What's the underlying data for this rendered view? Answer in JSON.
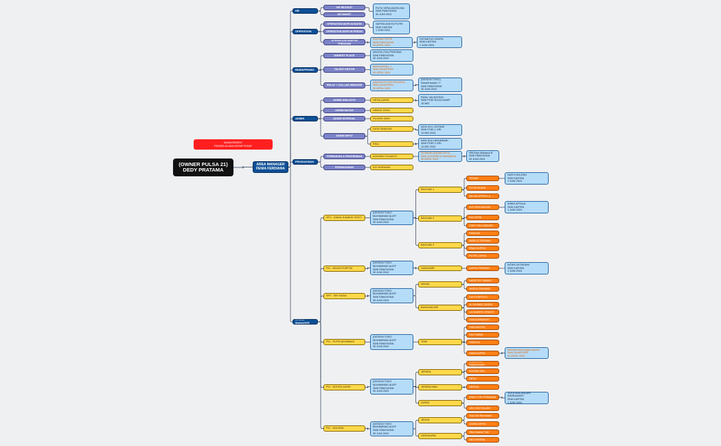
{
  "colors": {
    "root": "#111111",
    "area_manager": "#0d4f96",
    "management": "#ff1f1f",
    "department": "#0d4f96",
    "sub_department": "#7c83c7",
    "info_box": "#b5dcf8",
    "store_yellow": "#ffd84a",
    "staff_orange": "#ff7f14",
    "edge": "#2b3a55"
  },
  "nodes": {
    "root": {
      "label": "(OWNER PULSA 21)\nDEDY PRATAMA"
    },
    "mgmt": {
      "label": "MANAGEMENT\nPENGELOLAAN ANTAR PUSAT"
    },
    "am": {
      "label": "AREA MANAGER\nFENIA FERDIANA"
    },
    "hr": {
      "label": "HR"
    },
    "hr_recruit": {
      "label": "HR RECRUIT"
    },
    "hr_smart": {
      "label": "HR SMART"
    },
    "hr_info": {
      "label": "PUTU VERA ANGELINA\nSMK PAWIYATAN\n30 JUNI 2024"
    },
    "op": {
      "label": "OPERATION"
    },
    "op1": {
      "label": "OPERATION DISPLIN BATIN"
    },
    "op2": {
      "label": "OPERATION DISPLIN PERAN"
    },
    "op_info": {
      "label": "SAFIRA ANDYA PUTRI\nSMK KARTINI\n1 JUNI 2024"
    },
    "op3": {
      "label": "OPERATION DISPLIN THEDIAAN"
    },
    "op3_a": {
      "label": "FAUZIAH PUTRI\nSMK PAWIYATAN\n30 APRIL 2024"
    },
    "op3_b": {
      "label": "FATIMATUS ZAHRA\nSMK KARTINI\n1 JUNI 2024"
    },
    "bis": {
      "label": "BNIS&PROMO"
    },
    "bis1": {
      "label": "MARKET PLACE"
    },
    "bis1_a": {
      "label": "ANGGA (TIA) PRATAMA\nSMK PAWIYATAN\n30 JUNI 2024"
    },
    "bis2": {
      "label": "TALENT EDITOR"
    },
    "bis2_a": {
      "label": "MAYA ANGEL J.\nSMK SILIWTERA\n30 APRIL 2024"
    },
    "bis3": {
      "label": "RELAY + COLLAR HIMDORE"
    },
    "bis3_a": {
      "label": "ANNISA PFUTRI PRIGSHA\nSMK SILIWTERA\n30 APRIL 2024"
    },
    "bis_info": {
      "label": "(DESIGN TOKO)\nRamell Aulian I.T\nSMK PAWIYATAN\n30 JUNI 2024"
    },
    "adm": {
      "label": "ADMIN"
    },
    "adm1": {
      "label": "ADMIN ANALISYS"
    },
    "adm1_a": {
      "label": "NESIA (UBIS)"
    },
    "adm1_b": {
      "label": "RIZAL VALENTINO\nSMK PGRI ROGOJAMPI\n15 MEI"
    },
    "adm2": {
      "label": "ADMIN MUTAS"
    },
    "adm2_a": {
      "label": "NIMING DEWI"
    },
    "adm3": {
      "label": "ADMIN INTERNAL"
    },
    "adm3_a": {
      "label": "PUJASS SARI"
    },
    "adm4": {
      "label": "ADMIN INPUT"
    },
    "adm4_a": {
      "label": "DATA SINAGAN"
    },
    "adm4_a_i": {
      "label": "NOVI AYU LESTARI\nSMK PGRI 1 GRI\n10 MEI 2024"
    },
    "adm4_b": {
      "label": "RIKA"
    },
    "adm4_b_i": {
      "label": "IVAN SUCI ARUMSARI\nSMK PGRI 2 GRI\n10 MEI 2024"
    },
    "prd": {
      "label": "PRODUKSIAN"
    },
    "prd1": {
      "label": "PERBAIKAN & PENGIRIMAN"
    },
    "prd1_a": {
      "label": "AGHARD PUJANTO"
    },
    "prd1_b": {
      "label": "ROHMAN ANDAM RIFKI\nSMK SATUPRIYA SURABAYA\n30 APRIL 2024"
    },
    "prd1_c": {
      "label": "SRIZhan Maulana B\nSMK PAWIYATAN\n30 JUNI 2024"
    },
    "prd2": {
      "label": "PERMASARAN"
    },
    "prd2_a": {
      "label": "RIO RISPANDI"
    },
    "sm": {
      "label": "STORE MANAGER"
    },
    "s1": {
      "label": "SPV : DIANA JUNAEDI VENTI"
    },
    "s1_info": {
      "label": "(DESIGN TOKO\nMUHAMMAD ALIEF\nSMK PAWIYATAN\n30 JUNI 2024"
    },
    "s1_b1": {
      "label": "BAGUAN 1"
    },
    "s1_b1_1": {
      "label": "TEGAR"
    },
    "s1_b1_1i": {
      "label": "NUR KHOLIFAH\nSMK KARTINI\n1 JUNI 2024"
    },
    "s1_b1_2": {
      "label": "PUTRI RURIS"
    },
    "s1_b1_3": {
      "label": "MELAN APRIOL A."
    },
    "s1_b2": {
      "label": "BAGUAN 2"
    },
    "s1_b2_1": {
      "label": "AYU WULANDARI"
    },
    "s1_b2_1i": {
      "label": "WINDI APSILIA\nSMK KARTINI\n1 JUNI 2024"
    },
    "s1_b2_2": {
      "label": "RIA SITRA"
    },
    "s1_b2_3": {
      "label": "CIKITI WULANDARI"
    },
    "s1_b3": {
      "label": "BAGUAN 3"
    },
    "s1_b3_1": {
      "label": "FAMILAH"
    },
    "s1_b3_2": {
      "label": "AMELLE PERNAH"
    },
    "s1_b3_3": {
      "label": "RIMA NURITA"
    },
    "s1_b3_4": {
      "label": "PUTRI CAHYA"
    },
    "s2": {
      "label": "PIC : INDAH PUSPITA"
    },
    "s2_info": {
      "label": "(DESIGN TOKO\nMUHAMMAD ALIEF\nSMK PAWIYATAN\n30 JUNI 2024"
    },
    "s2_a": {
      "label": "GAMGAME"
    },
    "s2_a1": {
      "label": "SAFNA FEBRIAN"
    },
    "s2_a1i": {
      "label": "INTAN OKTAVIANI\nSMK KARTINI\n1 JUNI 2024"
    },
    "s3": {
      "label": "SPV : SRI SUDIA"
    },
    "s3_info": {
      "label": "(DESIGN TOKO\nMUHAMMAD ALIEF\nSMK PAWIYATAN\n30 JUNI 2024"
    },
    "s3_a": {
      "label": "MAHAL"
    },
    "s3_a1": {
      "label": "NADILTUL HAMAH"
    },
    "s3_a2": {
      "label": "AMELIA RAHMAD"
    },
    "s3_b": {
      "label": "BANGUNDARI"
    },
    "s3_b1": {
      "label": "DIA PUSPITA S"
    },
    "s3_b2": {
      "label": "ALI AHMAD ZAHRA"
    },
    "s3_b3": {
      "label": "LIA NAWRA VIRANTI"
    },
    "s3_b4": {
      "label": "LINDA ARIMANTI"
    },
    "s4": {
      "label": "PIC : PUTRI APURBASI"
    },
    "s4_info": {
      "label": "(DESIGN TOKO\nMUHAMMAD ALIEF\nSMK PAWIYATAN\n30 JUNI 2024"
    },
    "s4_a": {
      "label": "TEMI"
    },
    "s4_a1": {
      "label": "VIRA ANITEN"
    },
    "s4_a2": {
      "label": "RIA PURBA"
    },
    "s4_a3": {
      "label": "FARILHA"
    },
    "s4_a4": {
      "label": "NIANA AIPRA"
    },
    "s4_a4i": {
      "label": "Murhammad angga saputra\nSMK SILIWTERA\n30 APRIL 2024"
    },
    "s5": {
      "label": "PIC : NOVITA ZAHRI"
    },
    "s5_info": {
      "label": "(DESIGN TOKO\nMUHAMMAD ALIEF\nSMK PAWIYATAN\n30 JUNI 2024"
    },
    "s5_a": {
      "label": "JEPARA"
    },
    "s5_a1": {
      "label": "INDAH DWI RAMADHANI"
    },
    "s5_a2": {
      "label": "SURINE ARU"
    },
    "s5_a3": {
      "label": "DESLI"
    },
    "s5_b": {
      "label": "JEPARA MAN"
    },
    "s5_b1": {
      "label": "HERNIA"
    },
    "s5_c": {
      "label": "DURNI"
    },
    "s5_c1": {
      "label": "SINDY TISI PERMANA"
    },
    "s5_c1i": {
      "label": "JUITA WULANDARI INDRIASANTI\nSMK KARTINI\n1 JUNI 2024"
    },
    "s5_c2": {
      "label": "CELI DAYOALANI"
    },
    "s6": {
      "label": "PIC : RACHNA"
    },
    "s6_info": {
      "label": "(DESIGN TOKO\nMUHAMMAD ALIEF\nSMK PAWIYATAN\n30 JUNI 2024"
    },
    "s6_a": {
      "label": "JEDAN"
    },
    "s6_a1": {
      "label": "Yuly Dwi Ramadani"
    },
    "s6_a2": {
      "label": "LEARA NIRYA"
    },
    "s6_b": {
      "label": "GENGAURA"
    },
    "s6_b1": {
      "label": "Vitta Analea Putri"
    },
    "s6_b2": {
      "label": "DEVI PASHIA"
    }
  }
}
